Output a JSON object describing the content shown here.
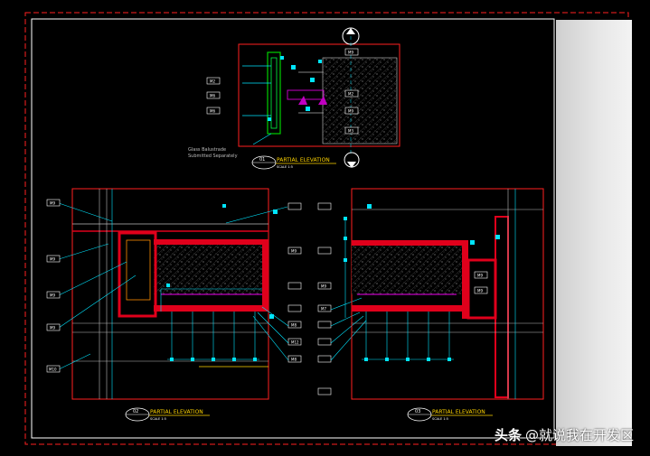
{
  "drawing": {
    "note_line1": "Glass Balustrade",
    "note_line2": "Submitted Separately",
    "details": [
      {
        "number": "01",
        "title": "PARTIAL ELEVATION",
        "scale": "SCALE  1:5"
      },
      {
        "number": "02",
        "title": "PARTIAL ELEVATION",
        "scale": "SCALE  1:5"
      },
      {
        "number": "03",
        "title": "PARTIAL ELEVATION",
        "scale": "SCALE  1:5"
      }
    ],
    "tags_top": [
      "M2",
      "M6",
      "M6",
      "M9",
      "M2",
      "M9",
      "M3"
    ],
    "tags_left": [
      "M9",
      "M9",
      "M9",
      "M9",
      "M10"
    ],
    "tags_mid": [
      "",
      "",
      "M9",
      "",
      "M9",
      "M7",
      "M8",
      "M12",
      "M8",
      "",
      "",
      "",
      "",
      "",
      "",
      "",
      "",
      "",
      "",
      ""
    ],
    "tags_right": [
      "M9",
      "M9"
    ]
  },
  "watermark": {
    "logo": "头条",
    "text": "@就说我在开发区"
  },
  "colors": {
    "frame": "#ffffff",
    "wall": "#e0001b",
    "dim": "#00e5ff",
    "accent": "#c000c0",
    "title": "#ffd400"
  }
}
